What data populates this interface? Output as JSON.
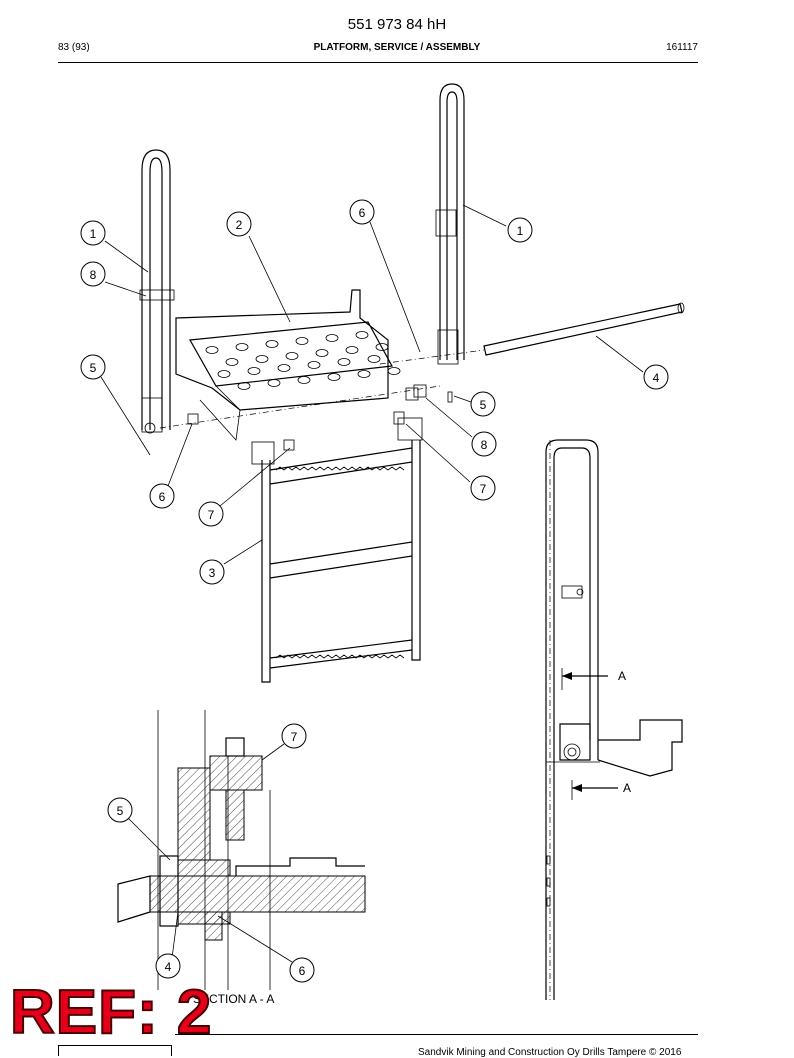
{
  "header": {
    "doc_number": "551 973 84 hH",
    "page": "83 (93)",
    "title": "PLATFORM, SERVICE / ASSEMBLY",
    "date_code": "161117"
  },
  "callouts": [
    "1",
    "2",
    "6",
    "1",
    "8",
    "5",
    "4",
    "5",
    "8",
    "6",
    "7",
    "7",
    "3",
    "7",
    "5",
    "4",
    "6"
  ],
  "section_marks": {
    "upper": "A",
    "lower": "A"
  },
  "section_caption": "SECTION A - A",
  "ref_stamp": "REF: 2",
  "footer": {
    "copyright": "Sandvik Mining and Construction Oy Drills Tampere © 2016"
  }
}
